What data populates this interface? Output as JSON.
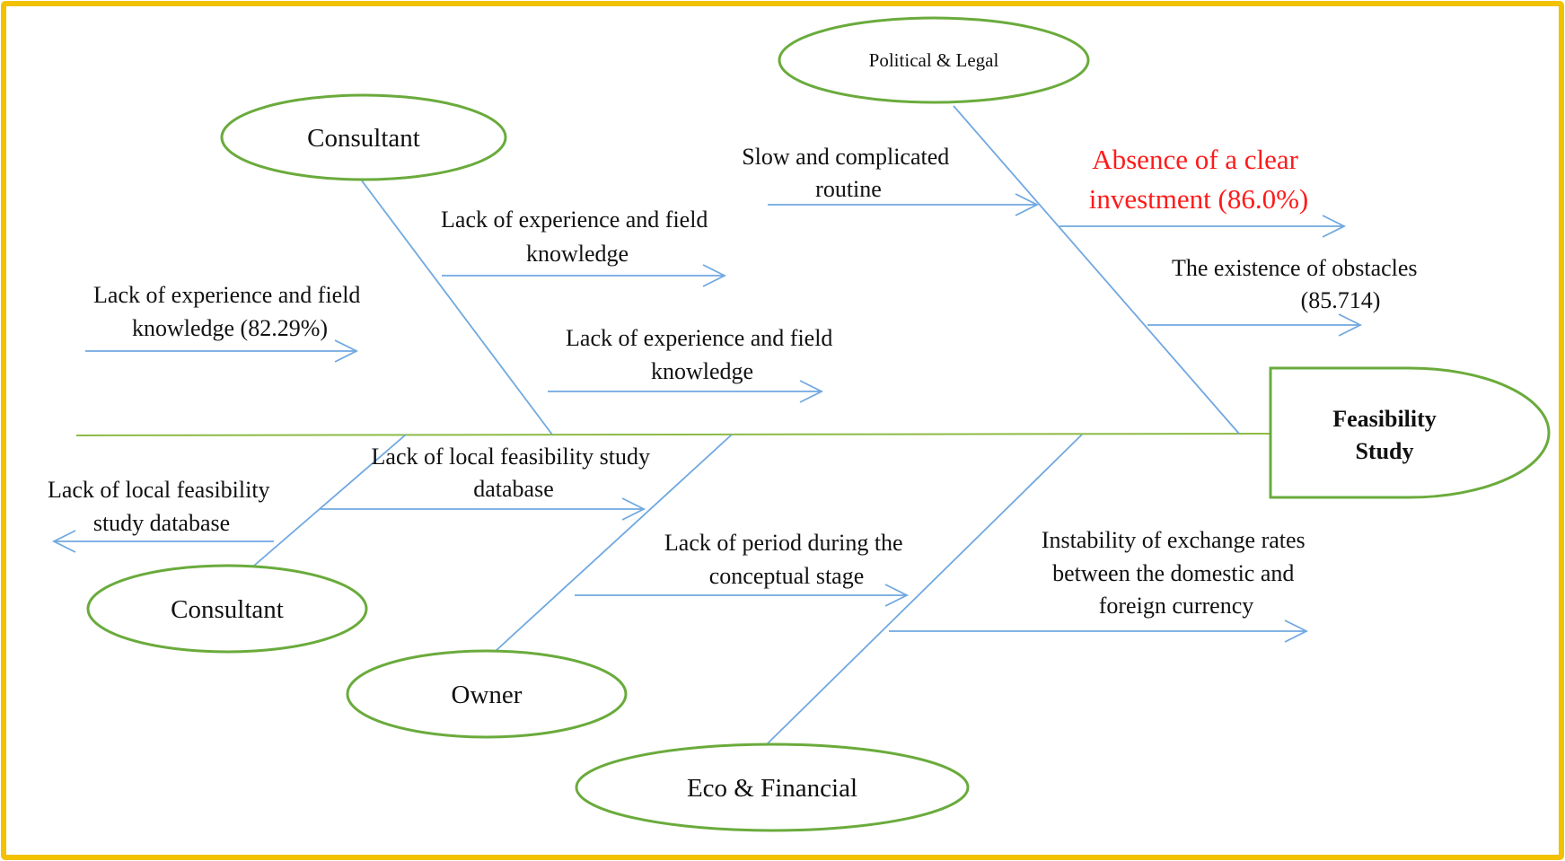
{
  "colors": {
    "frame": "#f2c100",
    "spine": "#8dbb45",
    "bones": "#70a8e0",
    "node_border": "#6aab3c",
    "highlight_text": "#ff1a1a"
  },
  "effect": {
    "line1": "Feasibility",
    "line2": "Study"
  },
  "categories": {
    "political_legal": "Political & Legal",
    "consultant_top": "Consultant",
    "consultant_bottom": "Consultant",
    "owner": "Owner",
    "eco_financial": "Eco & Financial"
  },
  "causes": {
    "slow_routine": [
      "Slow and complicated",
      "routine"
    ],
    "absence_investment": [
      "Absence of a clear",
      "investment (86.0%)"
    ],
    "existence_obstacles": [
      "The existence of obstacles",
      "(85.714)"
    ],
    "experience_1": [
      "Lack of experience and field",
      "knowledge"
    ],
    "experience_2": [
      "Lack of experience and field",
      "knowledge (82.29%)"
    ],
    "experience_3": [
      "Lack of experience and field",
      "knowledge"
    ],
    "database_1": [
      "Lack of local feasibility study",
      "database"
    ],
    "database_2": [
      "Lack of local feasibility",
      "study database"
    ],
    "period_conceptual": [
      "Lack of period during the",
      "conceptual stage"
    ],
    "exchange_rates": [
      "Instability of exchange rates",
      "between the domestic and",
      "foreign currency"
    ]
  }
}
